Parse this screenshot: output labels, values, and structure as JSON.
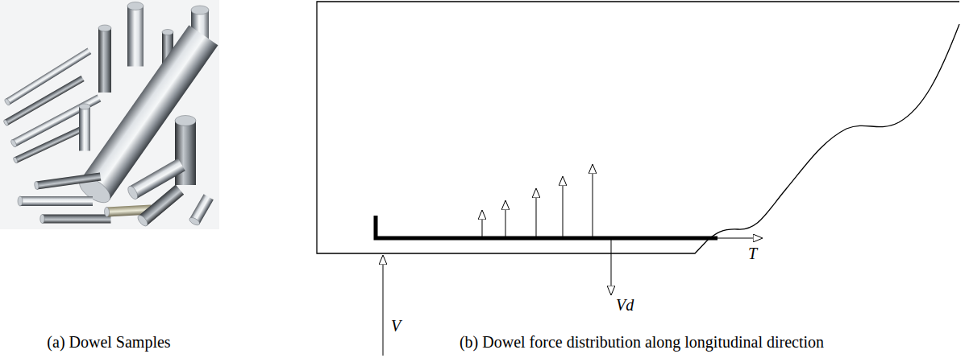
{
  "diagram": {
    "labels": [
      "(a) Dowel Samples",
      "(b) Dowel force distribution along longitudinal direction",
      "V",
      "T",
      "Vd"
    ]
  }
}
